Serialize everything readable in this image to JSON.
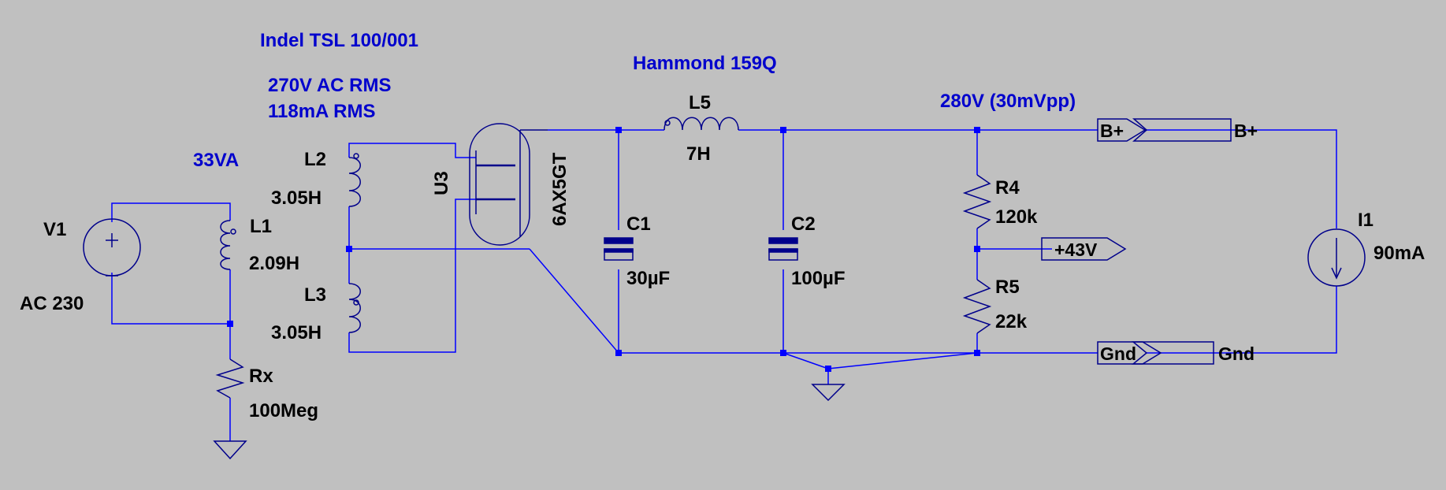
{
  "colors": {
    "background": "#c0c0c0",
    "wire": "#0000ff",
    "component": "#00008b",
    "junction": "#0000ff",
    "part_label": "#000000",
    "annotation": "#0000cd"
  },
  "annotations": {
    "transformer_model": "Indel TSL 100/001",
    "secondary_voltage": "270V AC RMS",
    "secondary_current": "118mA RMS",
    "power_rating": "33VA",
    "choke_model": "Hammond 159Q",
    "output_voltage": "280V (30mVpp)"
  },
  "components": {
    "V1": {
      "name": "V1",
      "value": "AC 230",
      "icon": "ac-voltage-source-icon"
    },
    "L1": {
      "name": "L1",
      "value": "2.09H",
      "icon": "inductor-icon"
    },
    "L2": {
      "name": "L2",
      "value": "3.05H",
      "icon": "inductor-icon"
    },
    "L3": {
      "name": "L3",
      "value": "3.05H",
      "icon": "inductor-icon"
    },
    "U3": {
      "name": "U3",
      "value": "6AX5GT",
      "icon": "dual-diode-tube-icon"
    },
    "L5": {
      "name": "L5",
      "value": "7H",
      "icon": "inductor-icon"
    },
    "C1": {
      "name": "C1",
      "value": "30µF",
      "icon": "polarized-capacitor-icon"
    },
    "C2": {
      "name": "C2",
      "value": "100µF",
      "icon": "polarized-capacitor-icon"
    },
    "R4": {
      "name": "R4",
      "value": "120k",
      "icon": "resistor-icon"
    },
    "R5": {
      "name": "R5",
      "value": "22k",
      "icon": "resistor-icon"
    },
    "Rx": {
      "name": "Rx",
      "value": "100Meg",
      "icon": "resistor-icon"
    },
    "I1": {
      "name": "I1",
      "value": "90mA",
      "icon": "current-source-icon"
    }
  },
  "net_labels": {
    "bplus_out": "B+",
    "mid_out": "+43V",
    "gnd_out": "Gnd",
    "bplus_in": "B+",
    "gnd_in": "Gnd"
  }
}
